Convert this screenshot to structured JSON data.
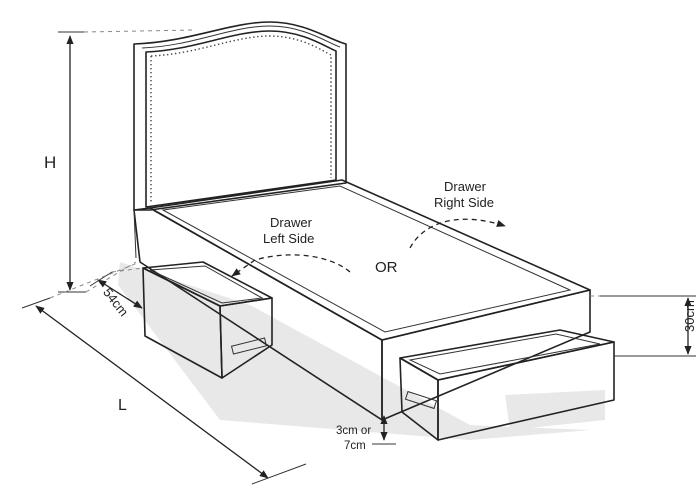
{
  "labels": {
    "height": "H",
    "length": "L",
    "depth": "54cm",
    "box_height": "30cm",
    "gap_line1": "3cm or",
    "gap_line2": "7cm",
    "left_drawer_line1": "Drawer",
    "left_drawer_line2": "Left Side",
    "right_drawer_line1": "Drawer",
    "right_drawer_line2": "Right Side",
    "or": "OR"
  },
  "colors": {
    "stroke": "#222222",
    "shadow": "#e6e6e6",
    "mattress_top": "#f3f3f3"
  }
}
